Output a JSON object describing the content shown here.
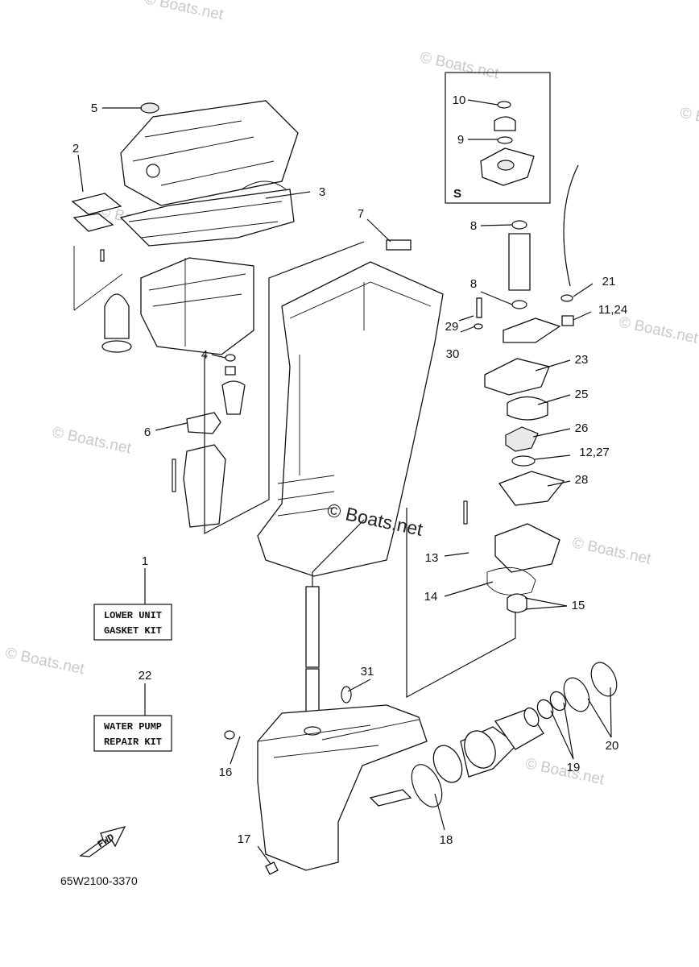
{
  "watermark": "© Boats.net",
  "center_watermark": "© Boats.net",
  "diagram_code": "65W2100-3370",
  "inset_label": "S",
  "kits": {
    "gasket": {
      "line1": "LOWER UNIT",
      "line2": "GASKET KIT"
    },
    "pump": {
      "line1": "WATER PUMP",
      "line2": "REPAIR KIT"
    }
  },
  "fwd_label": "FWD",
  "callouts": {
    "c1": "1",
    "c2": "2",
    "c3": "3",
    "c4": "4",
    "c5": "5",
    "c6": "6",
    "c7": "7",
    "c8a": "8",
    "c8b": "8",
    "c9": "9",
    "c10": "10",
    "c11": "11,24",
    "c12": "12,27",
    "c13": "13",
    "c14": "14",
    "c15": "15",
    "c16": "16",
    "c17": "17",
    "c18": "18",
    "c19": "19",
    "c20": "20",
    "c21": "21",
    "c22": "22",
    "c23": "23",
    "c25": "25",
    "c26": "26",
    "c28": "28",
    "c29": "29",
    "c30": "30",
    "c31": "31"
  }
}
